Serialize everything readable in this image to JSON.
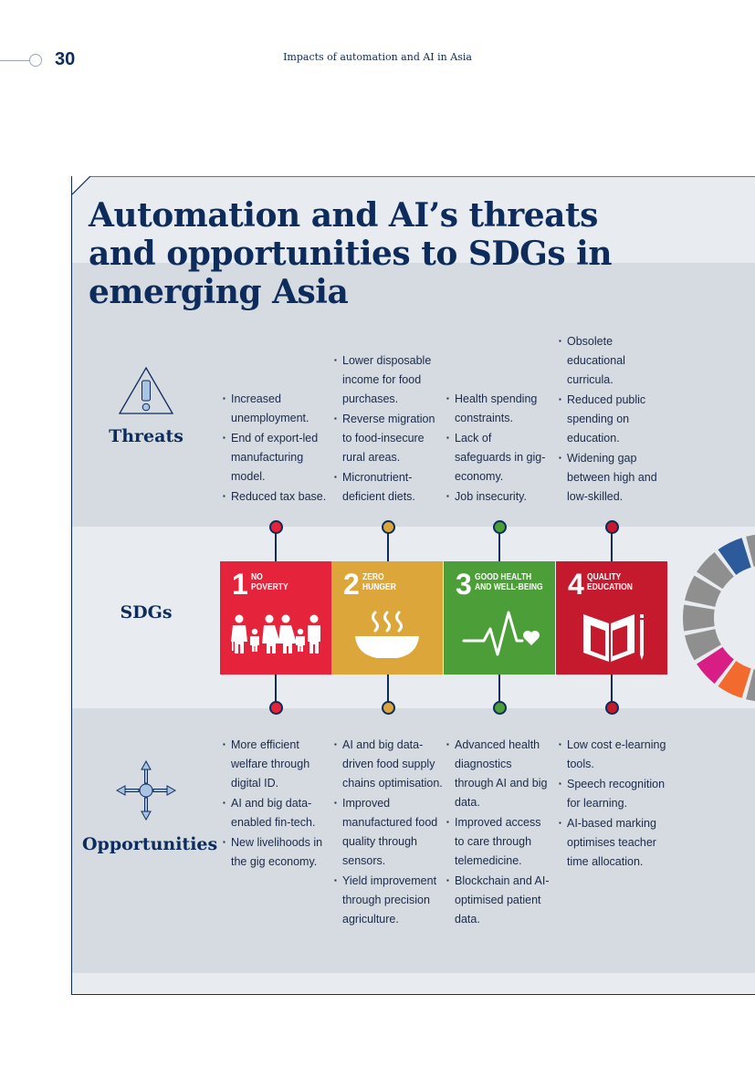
{
  "header": {
    "page_number": "30",
    "running_title": "Impacts of automation and AI in Asia"
  },
  "figure": {
    "title_lines": [
      "Automation and AI’s threats",
      "and opportunities to SDGs in",
      "emerging Asia"
    ],
    "rows": {
      "threats": "Threats",
      "sdgs": "SDGs",
      "opportunities": "Opportunities"
    },
    "columns": [
      {
        "sdg_number": "1",
        "sdg_label": [
          "NO",
          "POVERTY"
        ],
        "color": "#e5243b",
        "threats": [
          "Increased unemployment.",
          "End of export-led manufacturing model.",
          "Reduced tax base."
        ],
        "opportunities": [
          "More efficient welfare through digital ID.",
          "AI and big data-enabled fin-tech.",
          "New livelihoods in the gig economy."
        ]
      },
      {
        "sdg_number": "2",
        "sdg_label": [
          "ZERO",
          "HUNGER"
        ],
        "color": "#dda63a",
        "threats": [
          "Lower disposable income for food purchases.",
          "Reverse migration to food-insecure rural areas.",
          "Micronutrient-deficient diets."
        ],
        "opportunities": [
          "AI and big data-driven food supply chains optimisation.",
          "Improved manufactured food quality through sensors.",
          "Yield improvement through precision agriculture."
        ]
      },
      {
        "sdg_number": "3",
        "sdg_label": [
          "GOOD HEALTH",
          "AND WELL-BEING"
        ],
        "color": "#4c9f38",
        "threats": [
          "Health spending constraints.",
          "Lack of safeguards in gig-economy.",
          "Job insecurity."
        ],
        "opportunities": [
          "Advanced health diagnostics through AI and big data.",
          "Improved access to care through telemedicine.",
          "Blockchain and AI-optimised patient data."
        ]
      },
      {
        "sdg_number": "4",
        "sdg_label": [
          "QUALITY",
          "EDUCATION"
        ],
        "color": "#c5192d",
        "threats": [
          "Obsolete educational curricula.",
          "Reduced public spending on education.",
          "Widening gap between high and low-skilled."
        ],
        "opportunities": [
          "Low cost e-learning tools.",
          "Speech recognition for learning.",
          "AI-based marking optimises teacher time allocation."
        ]
      }
    ],
    "colors": {
      "navy": "#0d2c5c",
      "band_light": "#e8ecf0",
      "band_dark": "#d5dbe1"
    },
    "icons": [
      "warning-triangle-icon",
      "four-arrows-icon",
      "sdg-wheel-graphic"
    ]
  }
}
